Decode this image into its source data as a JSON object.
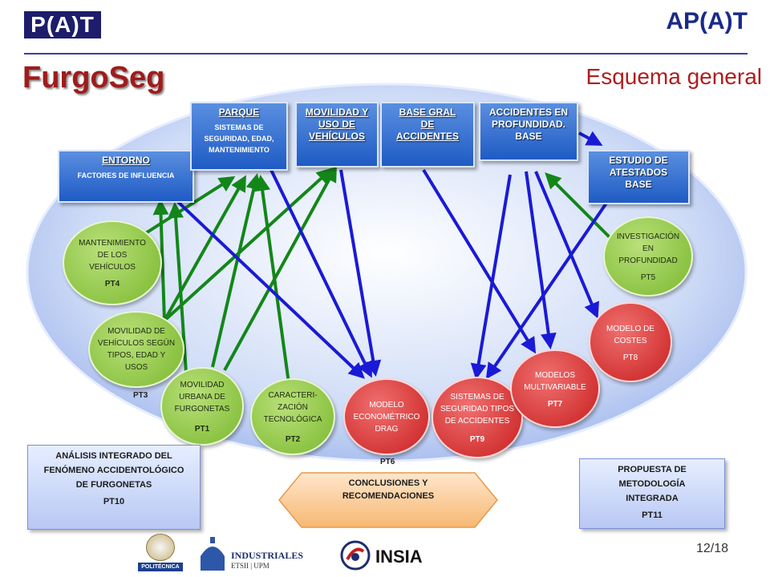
{
  "header": {
    "logo_left": "P(A)T",
    "logo_right": "AP(A)T",
    "title": "FurgoSeg",
    "subtitle": "Esquema general"
  },
  "top_boxes": [
    {
      "id": "entorno",
      "title": "ENTORNO",
      "sub": "FACTORES DE INFLUENCIA"
    },
    {
      "id": "parque",
      "title": "PARQUE",
      "sub": "SISTEMAS DE SEGURIDAD, EDAD, MANTENIMIENTO"
    },
    {
      "id": "movilidad",
      "title": "MOVILIDAD Y USO DE VEHÍCULOS",
      "sub": ""
    },
    {
      "id": "base",
      "title": "BASE GRAL DE ACCIDENTES",
      "sub": ""
    },
    {
      "id": "accidentes",
      "title": "ACCIDENTES EN PROFUNDIDAD. BASE",
      "sub": ""
    },
    {
      "id": "atestados",
      "title": "ESTUDIO DE ATESTADOS BASE",
      "sub": ""
    }
  ],
  "circles": [
    {
      "id": "pt4",
      "text": "MANTENIMIENTO DE LOS VEHÍCULOS",
      "code": "PT4",
      "color": "green"
    },
    {
      "id": "pt3",
      "text": "MOVILIDAD DE VEHÍCULOS SEGÚN TIPOS, EDAD Y USOS",
      "code": "PT3",
      "color": "green"
    },
    {
      "id": "pt1",
      "text": "MOVILIDAD URBANA DE FURGONETAS",
      "code": "PT1",
      "color": "green"
    },
    {
      "id": "pt2",
      "text": "CARACTERI-ZACIÓN TECNOLÓGICA",
      "code": "PT2",
      "color": "green"
    },
    {
      "id": "pt6",
      "text": "MODELO ECONOMÉTRICO DRAG",
      "code": "PT6",
      "color": "red"
    },
    {
      "id": "pt9",
      "text": "SISTEMAS DE SEGURIDAD TIPOS DE ACCIDENTES",
      "code": "PT9",
      "color": "red"
    },
    {
      "id": "pt7",
      "text": "MODELOS MULTIVARIABLE",
      "code": "PT7",
      "color": "red"
    },
    {
      "id": "pt8",
      "text": "MODELO DE COSTES",
      "code": "PT8",
      "color": "red"
    },
    {
      "id": "pt5",
      "text": "INVESTIGACIÓN EN PROFUNDIDAD",
      "code": "PT5",
      "color": "green"
    }
  ],
  "bottom": {
    "pt10_text": "ANÁLISIS INTEGRADO DEL FENÓMENO ACCIDENTOLÓGICO DE FURGONETAS",
    "pt10_code": "PT10",
    "conclusiones": "CONCLUSIONES Y RECOMENDACIONES",
    "pt11_text": "PROPUESTA DE METODOLOGÍA INTEGRADA",
    "pt11_code": "PT11"
  },
  "footer": {
    "logo1": "POLITÉCNICA",
    "logo2_main": "INDUSTRIALES",
    "logo2_sub": "ETSII | UPM",
    "logo3": "INSIA",
    "page": "12/18"
  },
  "colors": {
    "arrow_green": "#13861a",
    "arrow_blue": "#1a1ad6",
    "title_red": "#a01b1b"
  }
}
